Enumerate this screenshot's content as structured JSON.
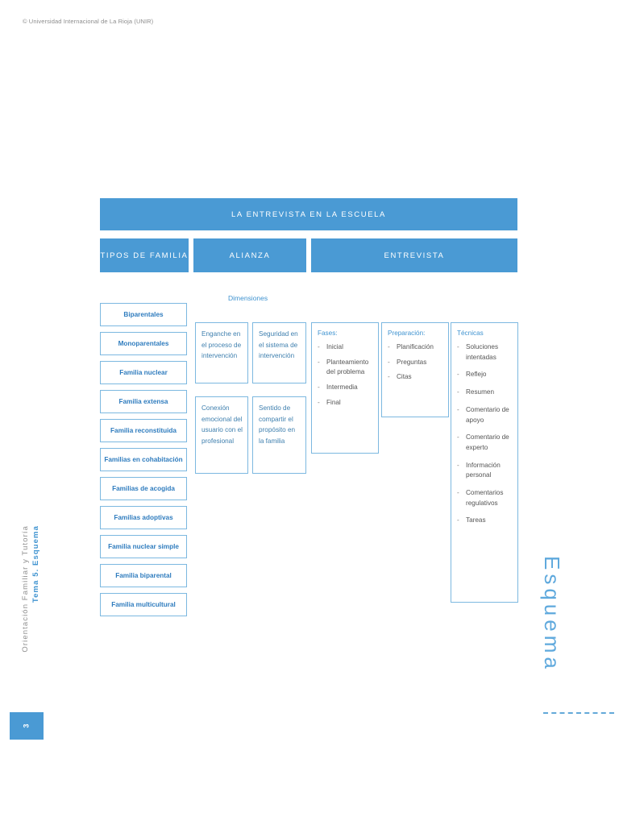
{
  "document": {
    "copyright": "© Universidad Internacional de La Rioja (UNIR)",
    "page_number": "3",
    "sidebar": {
      "course": "Orientación Familiar y Tutoría",
      "topic": "Tema 5. Esquema"
    },
    "right_title": "Esquema"
  },
  "diagram": {
    "main_title": "LA ENTREVISTA EN LA ESCUELA",
    "columns": {
      "tipos": "TIPOS DE FAMILIA",
      "alianza": "ALIANZA",
      "entrevista": "ENTREVISTA"
    },
    "family_types": [
      "Biparentales",
      "Monoparentales",
      "Familia nuclear",
      "Familia extensa",
      "Familia reconstituida",
      "Familias en cohabitación",
      "Familias de acogida",
      "Familias adoptivas",
      "Familia nuclear simple",
      "Familia biparental",
      "Familia multicultural"
    ],
    "dimensiones_label": "Dimensiones",
    "dimensiones": [
      "Enganche en el proceso de intervención",
      "Seguridad en el sistema de intervención",
      "Conexión emocional del usuario con el profesional",
      "Sentido de compartir el propósito en la familia"
    ],
    "fases": {
      "heading": "Fases:",
      "items": [
        "Inicial",
        "Planteamiento del problema",
        "Intermedia",
        "Final"
      ]
    },
    "preparacion": {
      "heading": "Preparación:",
      "items": [
        "Planificación",
        "Preguntas",
        "Citas"
      ]
    },
    "tecnicas": {
      "heading": "Técnicas",
      "items": [
        "Soluciones intentadas",
        "Reflejo",
        "Resumen",
        "Comentario de apoyo",
        "Comentario de experto",
        "Información personal",
        "Comentarios regulativos",
        "Tareas"
      ]
    }
  },
  "colors": {
    "accent": "#4a9ad4",
    "border": "#7cb8e0",
    "text_blue": "#2f7cbe",
    "title_blue": "#5fa9dd"
  }
}
